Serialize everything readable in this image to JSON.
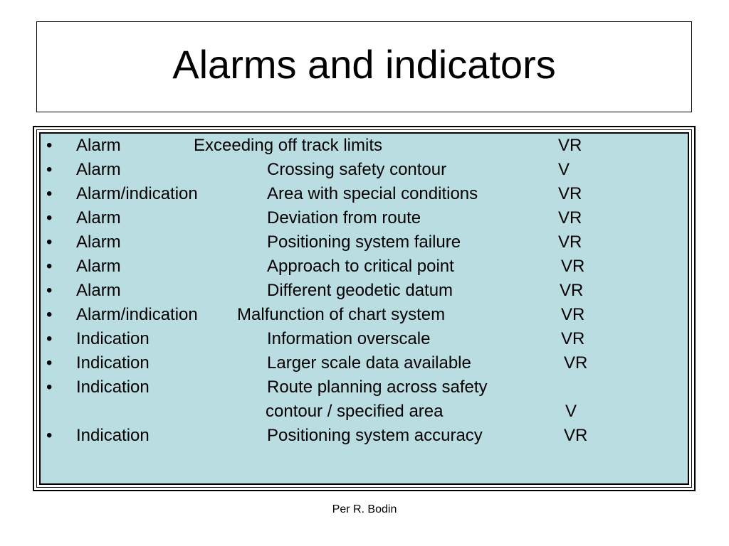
{
  "slide": {
    "title": "Alarms and indicators",
    "footer": "Per R. Bodin",
    "bullet_char": "•",
    "background_color": "#b9dde1"
  },
  "items": [
    {
      "type": "Alarm",
      "description": "Exceeding off track limits",
      "code": "VR"
    },
    {
      "type": "Alarm",
      "description": "Crossing safety contour",
      "code": "V"
    },
    {
      "type": "Alarm/indication",
      "description": "Area with special conditions",
      "code": "VR"
    },
    {
      "type": "Alarm",
      "description": "Deviation from route",
      "code": "VR"
    },
    {
      "type": "Alarm",
      "description": "Positioning system failure",
      "code": "VR"
    },
    {
      "type": "Alarm",
      "description": "Approach to critical point",
      "code": "VR"
    },
    {
      "type": "Alarm",
      "description": "Different geodetic datum",
      "code": "VR"
    },
    {
      "type": "Alarm/indication",
      "description": "Malfunction of chart system",
      "code": "VR"
    },
    {
      "type": "Indication",
      "description": "Information overscale",
      "code": "VR"
    },
    {
      "type": "Indication",
      "description": "Larger scale data available",
      "code": "VR"
    },
    {
      "type": "Indication",
      "description": "Route planning across safety",
      "description_line2": "contour / specified area",
      "code": "V"
    },
    {
      "type": "Indication",
      "description": "Positioning system accuracy",
      "code": "VR"
    }
  ]
}
